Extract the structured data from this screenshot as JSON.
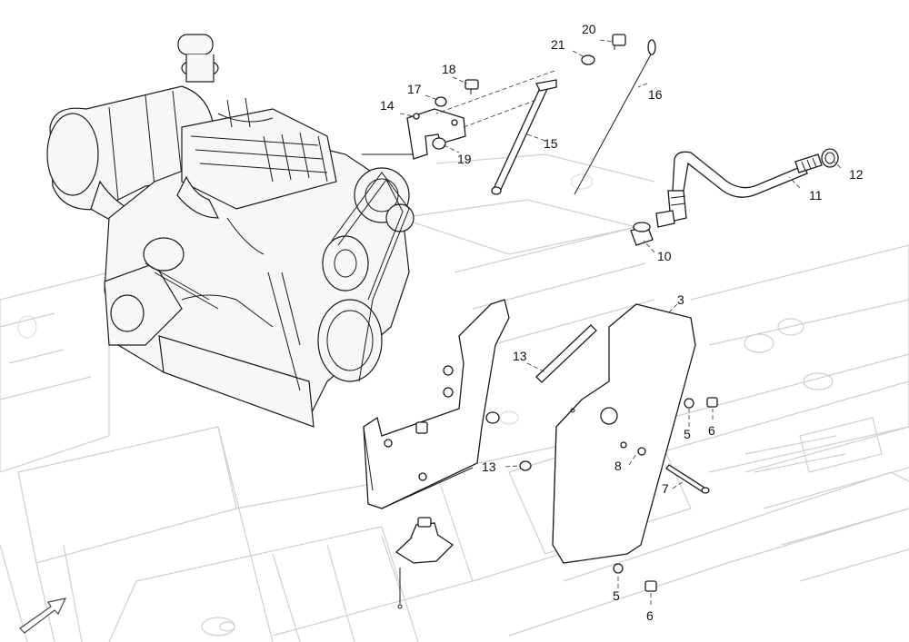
{
  "callouts": [
    {
      "id": "3",
      "text": "3"
    },
    {
      "id": "5a",
      "text": "5"
    },
    {
      "id": "5b",
      "text": "5"
    },
    {
      "id": "6a",
      "text": "6"
    },
    {
      "id": "6b",
      "text": "6"
    },
    {
      "id": "7",
      "text": "7"
    },
    {
      "id": "8",
      "text": "8"
    },
    {
      "id": "10",
      "text": "10"
    },
    {
      "id": "11",
      "text": "11"
    },
    {
      "id": "12",
      "text": "12"
    },
    {
      "id": "13a",
      "text": "13"
    },
    {
      "id": "13b",
      "text": "13"
    },
    {
      "id": "14",
      "text": "14"
    },
    {
      "id": "15",
      "text": "15"
    },
    {
      "id": "16",
      "text": "16"
    },
    {
      "id": "17",
      "text": "17"
    },
    {
      "id": "18",
      "text": "18"
    },
    {
      "id": "19",
      "text": "19"
    },
    {
      "id": "20",
      "text": "20"
    },
    {
      "id": "21",
      "text": "21"
    }
  ],
  "colors": {
    "line": "#1a1a1a",
    "ghost": "#cfcfcf",
    "background": "#ffffff"
  },
  "icons": {
    "direction_arrow": "arrow-icon"
  }
}
